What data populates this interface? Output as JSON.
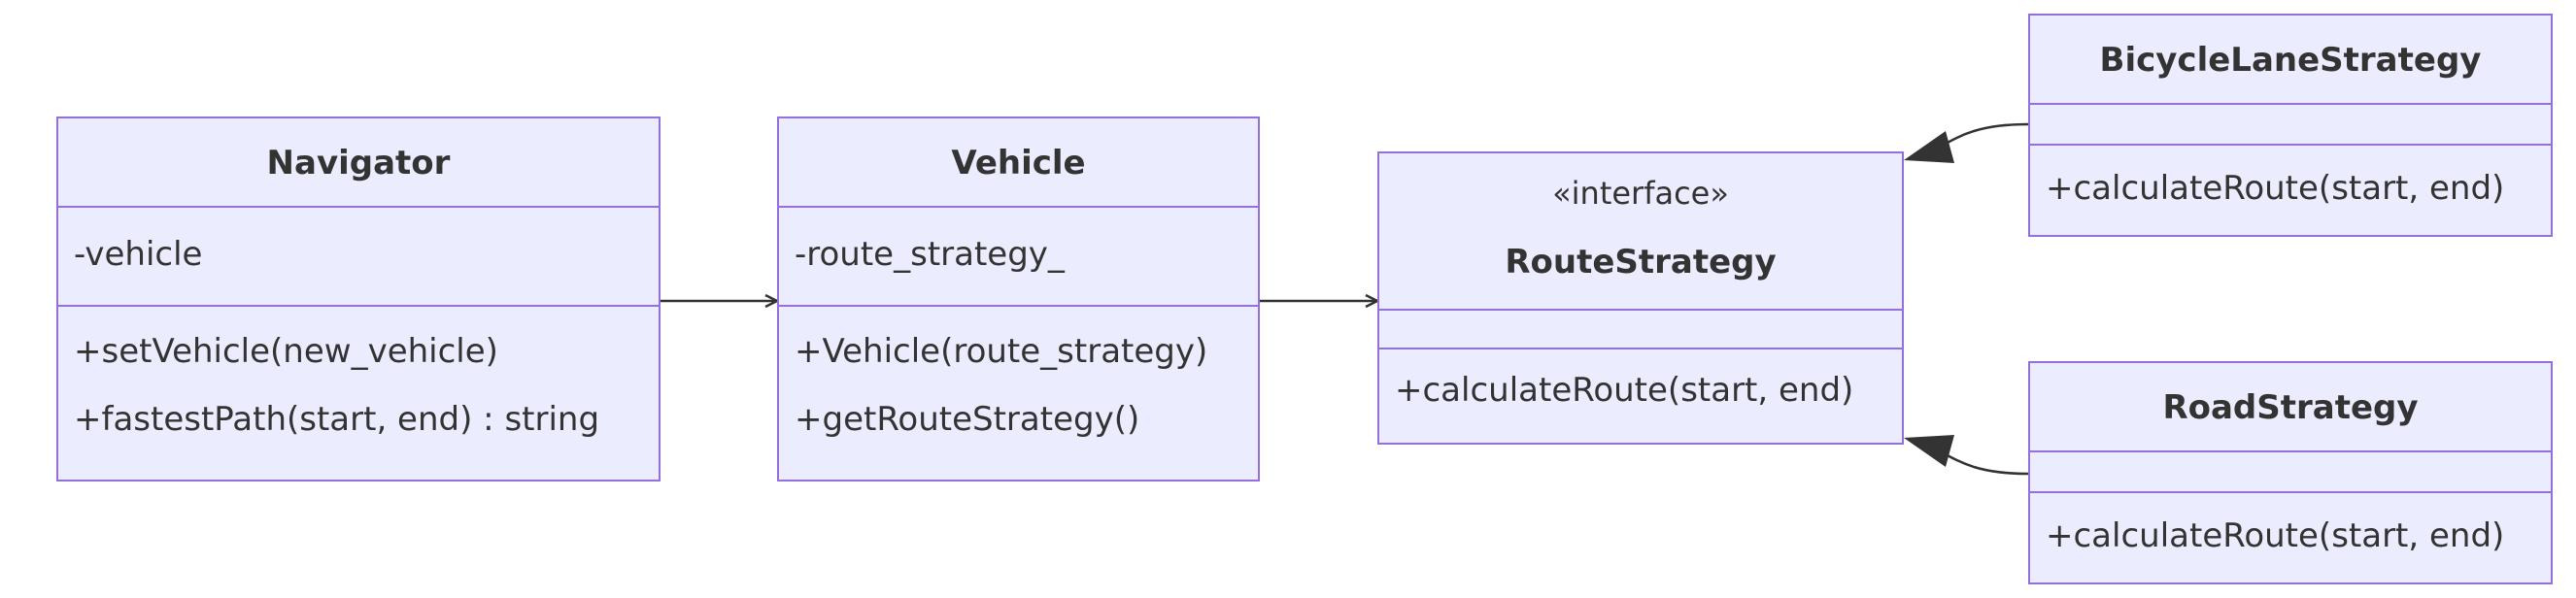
{
  "classes": {
    "navigator": {
      "name": "Navigator",
      "attributes": [
        "-vehicle"
      ],
      "methods": [
        "+setVehicle(new_vehicle)",
        "+fastestPath(start, end) : string"
      ]
    },
    "vehicle": {
      "name": "Vehicle",
      "attributes": [
        "-route_strategy_"
      ],
      "methods": [
        "+Vehicle(route_strategy)",
        "+getRouteStrategy()"
      ]
    },
    "route_strategy": {
      "stereotype": "«interface»",
      "name": "RouteStrategy",
      "attributes": [],
      "methods": [
        "+calculateRoute(start, end)"
      ]
    },
    "bicycle_lane_strategy": {
      "name": "BicycleLaneStrategy",
      "attributes": [],
      "methods": [
        "+calculateRoute(start, end)"
      ]
    },
    "road_strategy": {
      "name": "RoadStrategy",
      "attributes": [],
      "methods": [
        "+calculateRoute(start, end)"
      ]
    }
  },
  "relations": [
    {
      "from": "Navigator",
      "to": "Vehicle",
      "type": "association"
    },
    {
      "from": "Vehicle",
      "to": "RouteStrategy",
      "type": "association"
    },
    {
      "from": "BicycleLaneStrategy",
      "to": "RouteStrategy",
      "type": "realization"
    },
    {
      "from": "RoadStrategy",
      "to": "RouteStrategy",
      "type": "realization"
    }
  ],
  "colors": {
    "box_fill": "#ECECFF",
    "box_border": "#9370DB",
    "edge": "#333333",
    "text": "#333333"
  }
}
